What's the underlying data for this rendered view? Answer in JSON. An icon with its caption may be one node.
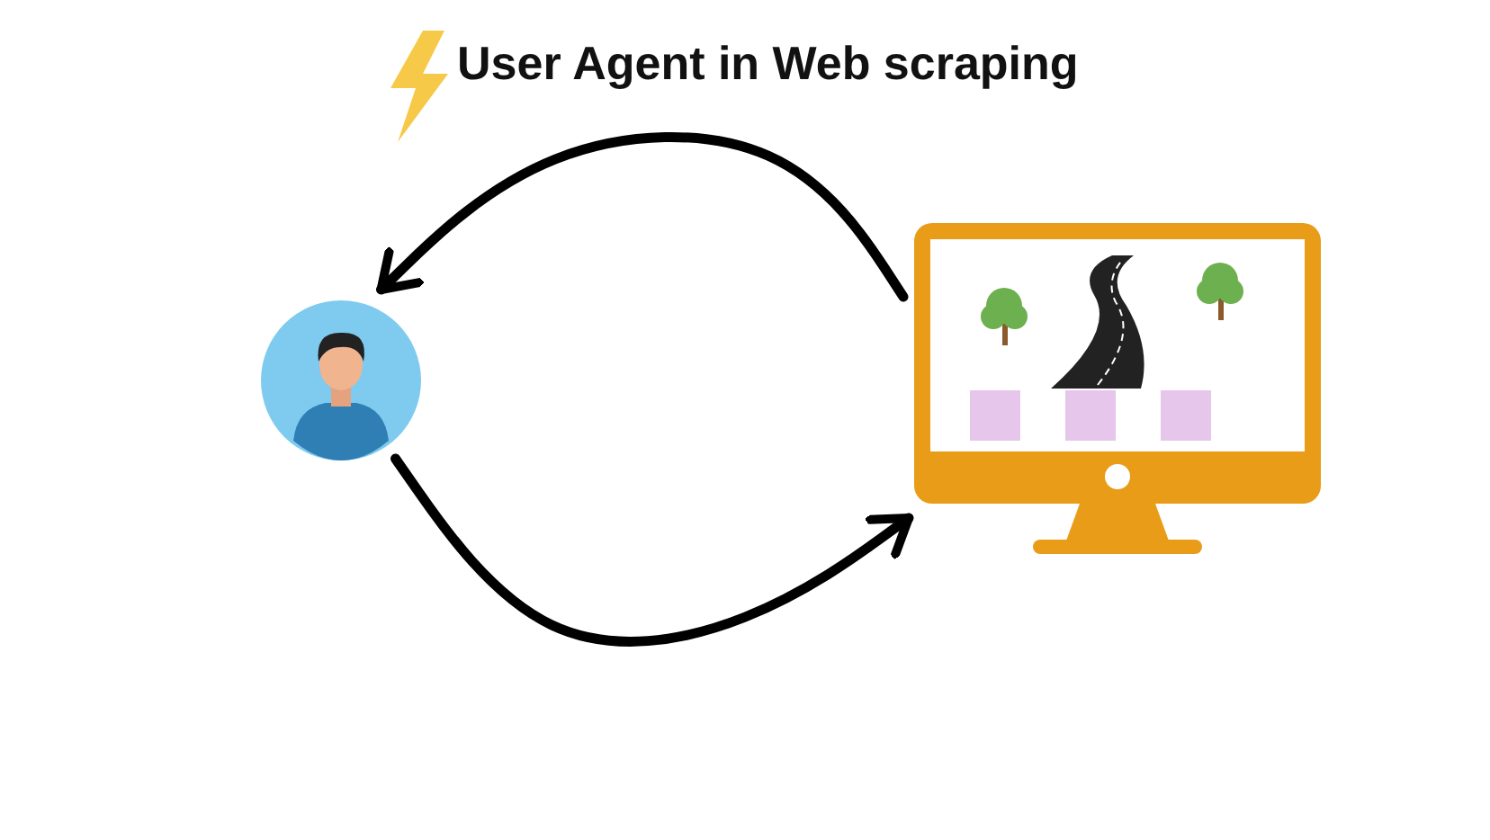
{
  "diagram": {
    "title": "User Agent in Web scraping",
    "nodes": [
      {
        "text": [],
        "shape": "picture"
      },
      {
        "text": [],
        "shape": "picture"
      }
    ],
    "edges": [
      {
        "from": 1,
        "to": 0,
        "arrow": "to"
      },
      {
        "from": 0,
        "to": 1,
        "arrow": "to"
      }
    ]
  }
}
